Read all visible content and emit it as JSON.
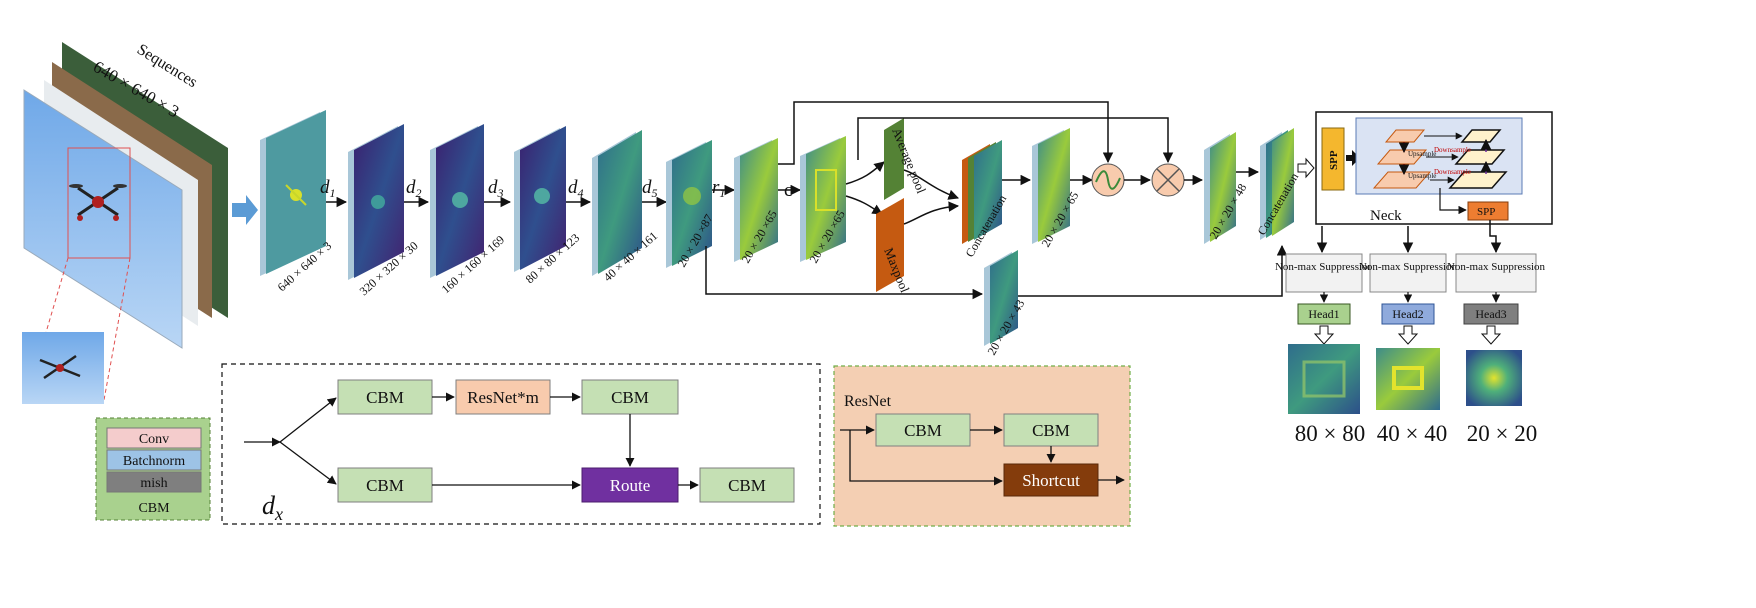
{
  "input": {
    "sequences_label": "Sequences",
    "size_label": "640 × 640 × 3"
  },
  "backbone": {
    "blocks": [
      {
        "op": "",
        "dims": "640 × 640 × 3"
      },
      {
        "op": "d",
        "sub": "1",
        "dims": "320 × 320 × 30"
      },
      {
        "op": "d",
        "sub": "2",
        "dims": "160 × 160 × 169"
      },
      {
        "op": "d",
        "sub": "3",
        "dims": "80 × 80 × 123"
      },
      {
        "op": "d",
        "sub": "4",
        "dims": "40 × 40 × 161"
      },
      {
        "op": "d",
        "sub": "5",
        "dims": "20 × 20 ×87"
      },
      {
        "op": "r",
        "sub": "1",
        "dims": "20 × 20 ×65"
      },
      {
        "op": "c",
        "sub": "",
        "dims": "20 × 20 ×65"
      }
    ],
    "average_pool": "Average pool",
    "maxpool": "Maxpool",
    "concat1": "Concatenation",
    "after_concat_dims": "20 × 20 × 65",
    "skip_dims": "20 × 20 × 43",
    "out_dims": "20 × 20 × 48",
    "concat2": "Concatenation"
  },
  "neck": {
    "spp_left": "SPP",
    "spp_right": "SPP",
    "upsample": "Upsample",
    "downsample": "Downsample",
    "label": "Neck"
  },
  "heads": [
    {
      "nms": "Non-max Suppression",
      "name": "Head1",
      "color": "#a9d18e",
      "scale": "80 × 80"
    },
    {
      "nms": "Non-max Suppression",
      "name": "Head2",
      "color": "#8faadc",
      "scale": "40 × 40"
    },
    {
      "nms": "Non-max Suppression",
      "name": "Head3",
      "color": "#7f7f7f",
      "scale": "20 × 20"
    }
  ],
  "cbm_legend": {
    "conv": "Conv",
    "batchnorm": "Batchnorm",
    "mish": "mish",
    "title": "CBM"
  },
  "dx_block": {
    "cbm1": "CBM",
    "resnet": "ResNet*m",
    "cbm2": "CBM",
    "cbm3": "CBM",
    "route": "Route",
    "cbm4": "CBM",
    "label_main": "d",
    "label_sub": "x"
  },
  "resnet_block": {
    "title": "ResNet",
    "cbm1": "CBM",
    "cbm2": "CBM",
    "shortcut": "Shortcut"
  },
  "colors": {
    "cbm_fill": "#c5e0b4",
    "resnet_fill": "#f8cbad",
    "route_fill": "#7030a0",
    "shortcut_fill": "#843c0c",
    "resnet_panel": "#f4cfb3",
    "legend_panel": "#a9d18e",
    "spp_yellow": "#f4b72e",
    "spp_orange": "#ed7d31"
  }
}
